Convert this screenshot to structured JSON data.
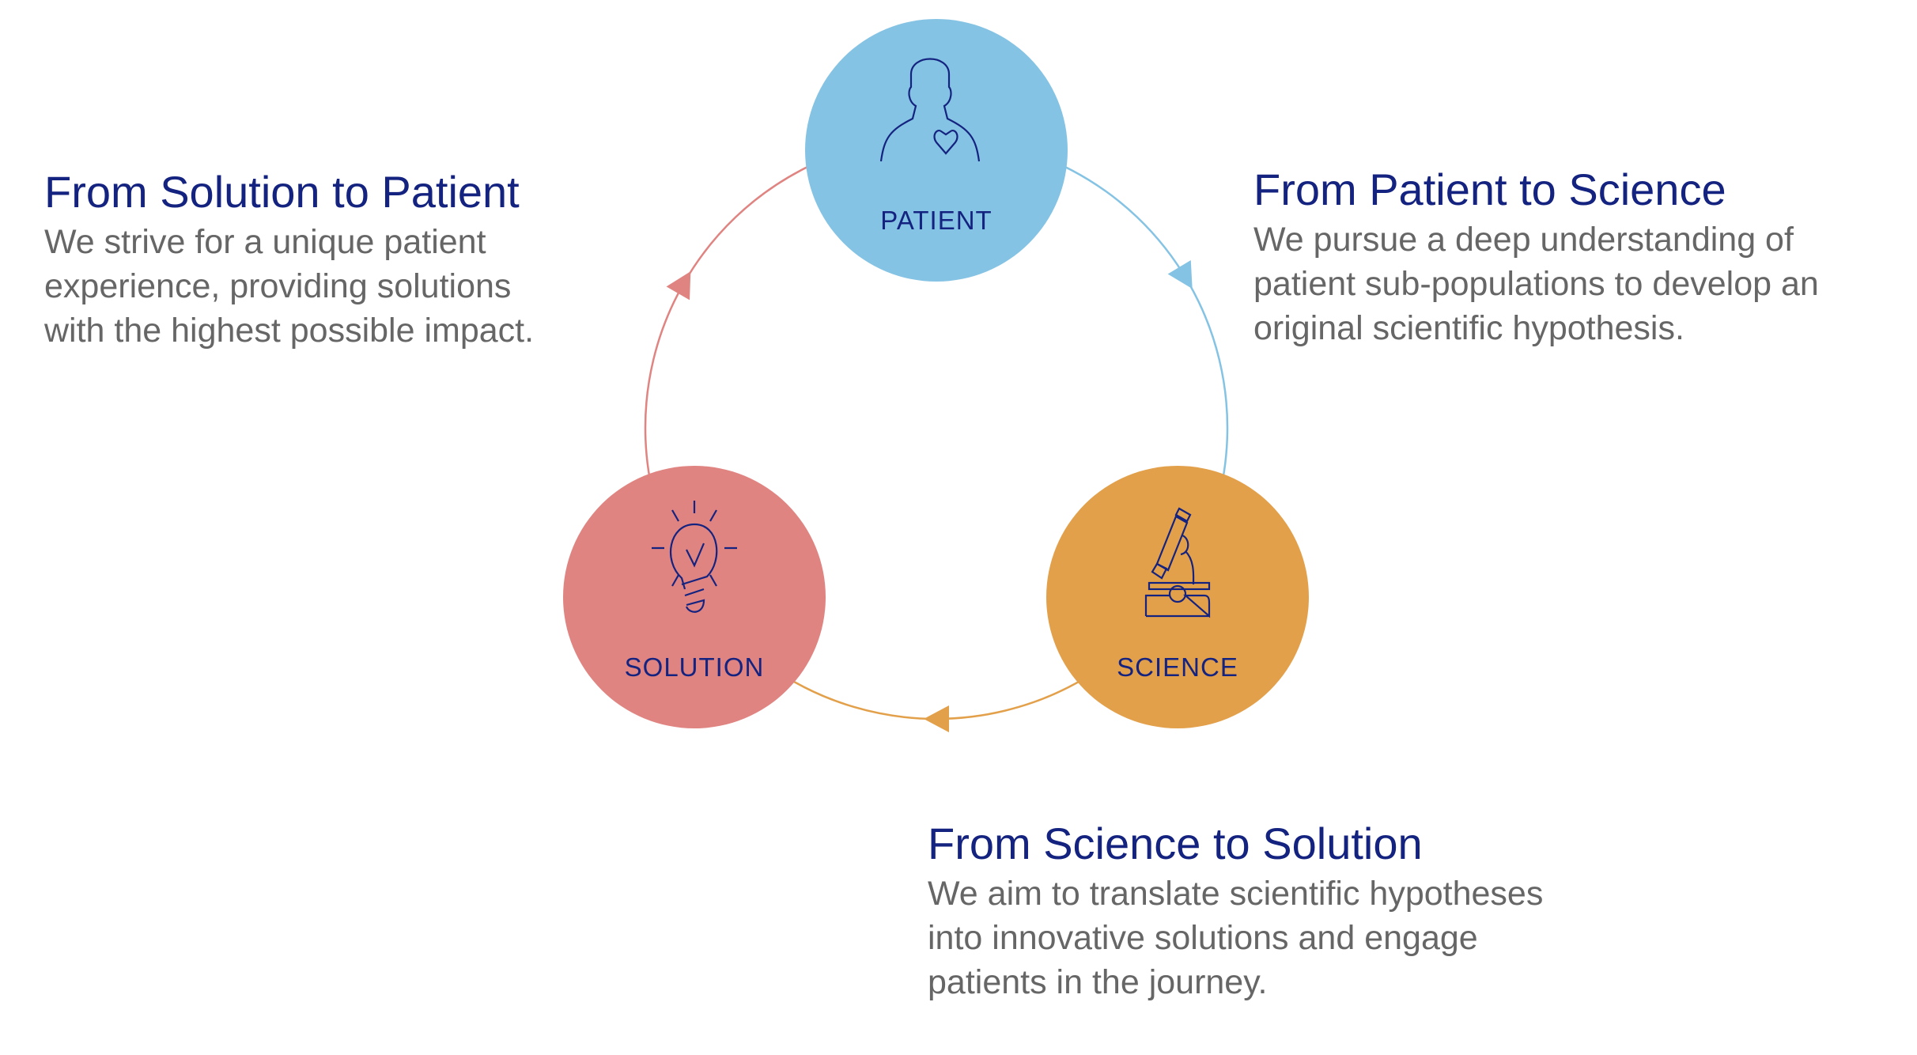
{
  "colors": {
    "patient": "#85c3e4",
    "science": "#e3a04a",
    "solution": "#e08482",
    "title": "#14237f",
    "body": "#666666"
  },
  "nodes": {
    "patient": {
      "label": "PATIENT",
      "icon": "person-heart-icon"
    },
    "science": {
      "label": "SCIENCE",
      "icon": "microscope-icon"
    },
    "solution": {
      "label": "SOLUTION",
      "icon": "lightbulb-check-icon"
    }
  },
  "sections": {
    "solution_to_patient": {
      "title": "From Solution to Patient",
      "lines": [
        "We strive for a unique patient",
        "experience, providing solutions",
        "with the highest possible impact."
      ]
    },
    "patient_to_science": {
      "title": "From Patient to Science",
      "lines": [
        "We pursue a deep understanding of",
        "patient sub-populations to develop an",
        "original scientific hypothesis."
      ]
    },
    "science_to_solution": {
      "title": "From Science to Solution",
      "lines": [
        "We aim to translate scientific hypotheses",
        "into innovative solutions and engage",
        "patients in the journey."
      ]
    }
  }
}
